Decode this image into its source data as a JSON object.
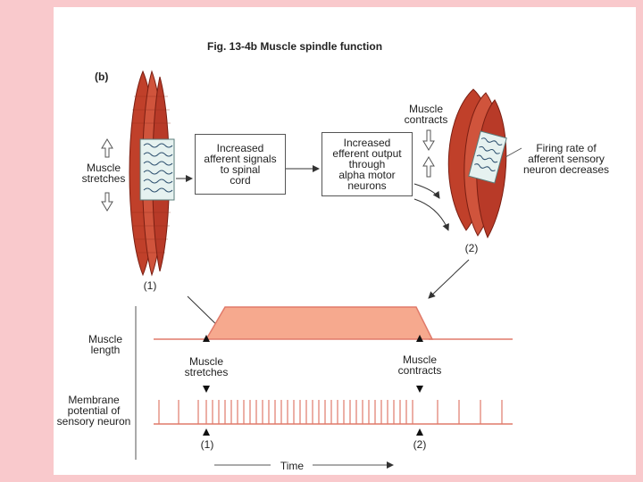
{
  "figure": {
    "title": "Fig. 13-4b   Muscle spindle function",
    "panel_label": "(b)",
    "left": {
      "label": "Muscle\nstretches",
      "number": "(1)"
    },
    "box1": "Increased\nafferent signals\nto spinal\ncord",
    "box2": "Increased\nefferent output\nthrough\nalpha motor\nneurons",
    "right": {
      "contracts_label": "Muscle\ncontracts",
      "firing_label": "Firing rate of\nafferent sensory\nneuron decreases",
      "number": "(2)"
    },
    "graph": {
      "length_label": "Muscle\nlength",
      "membrane_label": "Membrane\npotential of\nsensory neuron",
      "stretch_annotation": "Muscle\nstretches",
      "contract_annotation": "Muscle\ncontracts",
      "marker1": "(1)",
      "marker2": "(2)",
      "time_label": "Time"
    },
    "colors": {
      "background": "#f9c9cc",
      "muscle": "#c0402a",
      "trapezoid_fill": "#f6a98e",
      "spike": "#e07a6a"
    }
  }
}
